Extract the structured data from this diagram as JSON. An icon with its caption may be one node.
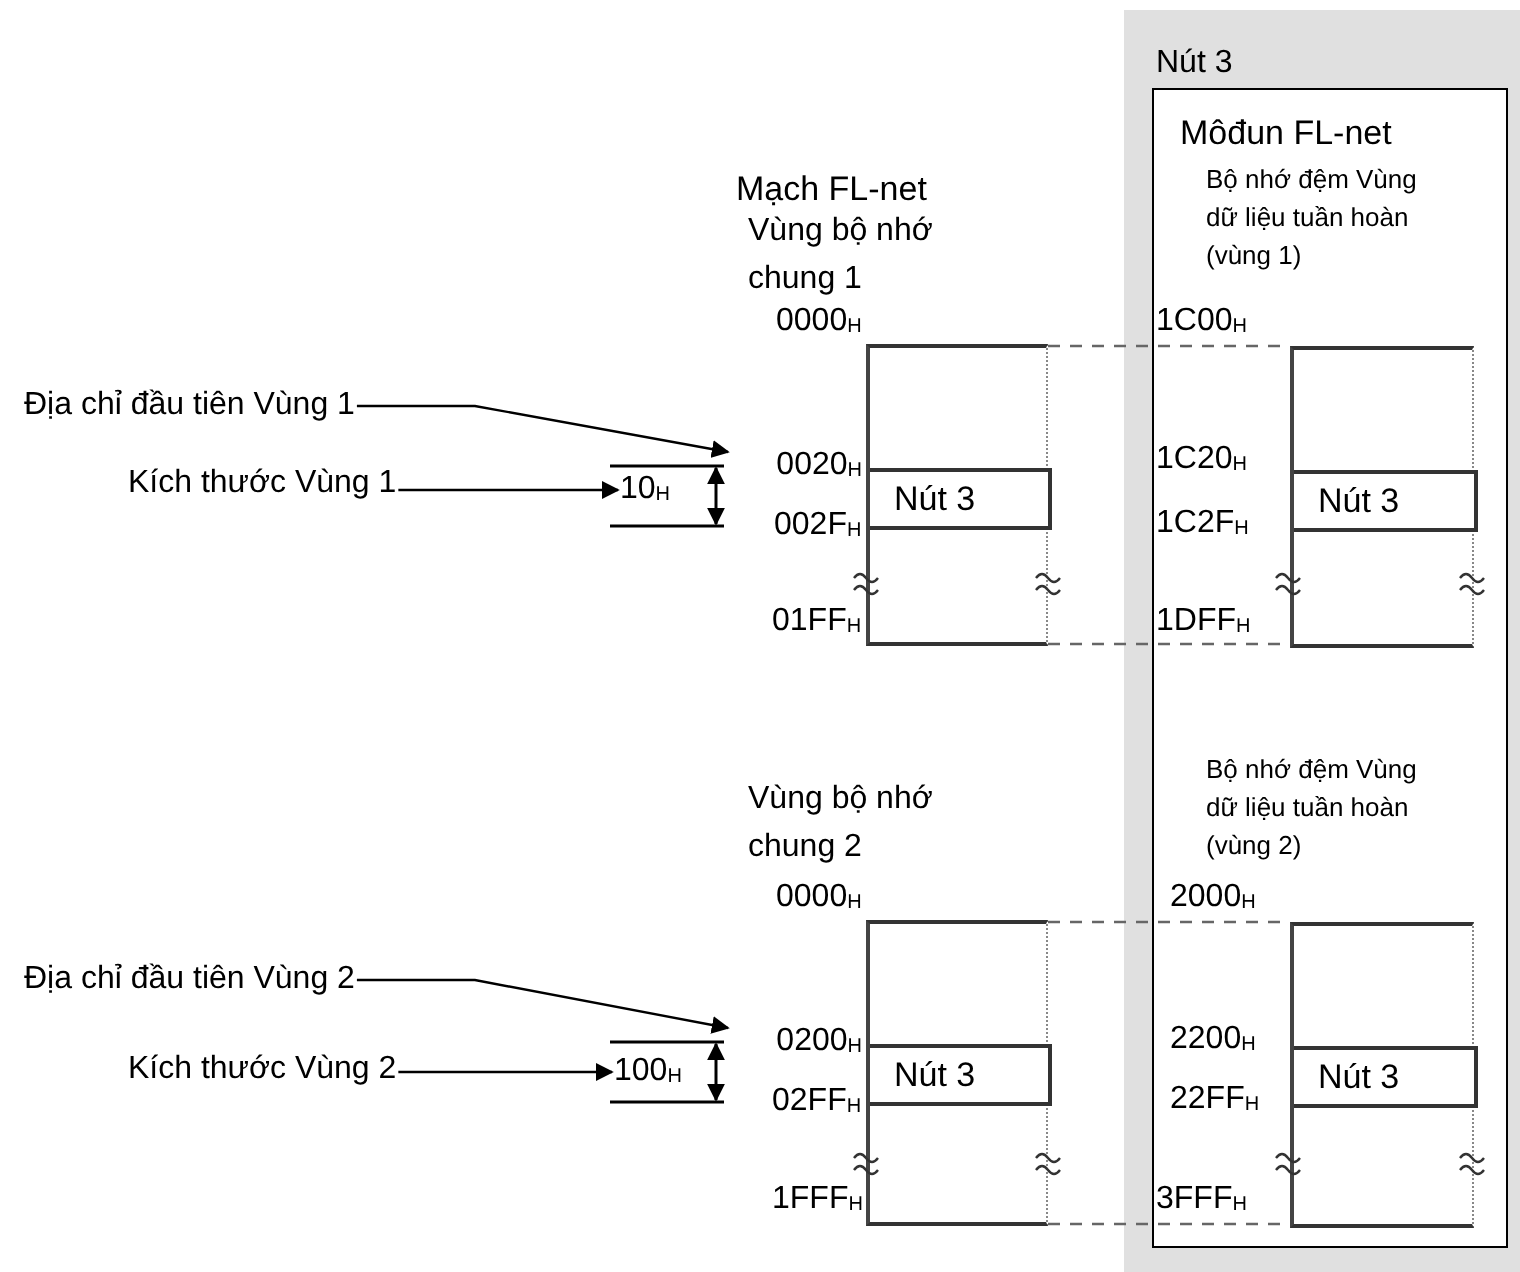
{
  "diagram": {
    "nodes": [
      {
        "text": [
          "Nút 3"
        ]
      },
      {
        "text": [
          "Môđun FL-net"
        ],
        "in": 0
      },
      {
        "text": [
          "Vùng bộ nhớ chung 1"
        ]
      },
      {
        "text": [
          "Nút 3"
        ],
        "in": 2
      },
      {
        "text": [
          "Bộ nhớ đệm Vùng dữ liệu tuần hoàn (vùng 1)"
        ],
        "in": 1
      },
      {
        "text": [
          "Nút 3"
        ],
        "in": 4
      },
      {
        "text": [
          "Vùng bộ nhớ chung 2"
        ]
      },
      {
        "text": [
          "Nút 3"
        ],
        "in": 6
      },
      {
        "text": [
          "Bộ nhớ đệm Vùng dữ liệu tuần hoàn (vùng 2)"
        ],
        "in": 1
      },
      {
        "text": [
          "Nút 3"
        ],
        "in": 8
      },
      {
        "text": [
          "Địa chỉ đầu tiên Vùng 1"
        ]
      },
      {
        "text": [
          "0020$_{H}$"
        ]
      },
      {
        "text": [
          "Kích thước Vùng 1"
        ]
      },
      {
        "text": [
          "10$_{H}$"
        ]
      },
      {
        "text": [
          "Địa chỉ đầu tiên Vùng 2"
        ]
      },
      {
        "text": [
          "0200$_{H}$"
        ]
      },
      {
        "text": [
          "Kích thước Vùng 2"
        ]
      },
      {
        "text": [
          "100$_{H}$"
        ]
      }
    ],
    "edges": [
      {
        "from": 10,
        "to": 11,
        "arrow": "to"
      },
      {
        "from": 12,
        "to": 13,
        "arrow": "to"
      },
      {
        "from": 14,
        "to": 15,
        "arrow": "to"
      },
      {
        "from": 16,
        "to": 17,
        "arrow": "to"
      },
      {
        "from": 2,
        "to": 4,
        "arrow": "none",
        "style": "dashed",
        "color": "#666666"
      },
      {
        "from": 2,
        "to": 4,
        "arrow": "none",
        "style": "dashed",
        "color": "#666666"
      },
      {
        "from": 6,
        "to": 8,
        "arrow": "none",
        "style": "dashed",
        "color": "#666666"
      },
      {
        "from": 6,
        "to": 8,
        "arrow": "none",
        "style": "dashed",
        "color": "#666666"
      }
    ],
    "labels": [
      "Mạch FL-net",
      "0000$_{H}$",
      "002F$_{H}$",
      "01FF$_{H}$",
      "1C00$_{H}$",
      "1C20$_{H}$",
      "1C2F$_{H}$",
      "1DFF$_{H}$",
      "0000$_{H}$",
      "02FF$_{H}$",
      "1FFF$_{H}$",
      "2000$_{H}$",
      "2200$_{H}$",
      "22FF$_{H}$",
      "3FFF$_{H}$"
    ]
  }
}
